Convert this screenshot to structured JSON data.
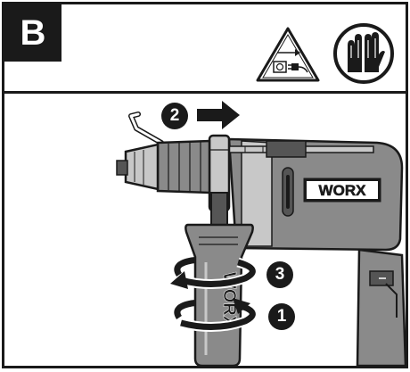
{
  "panel": {
    "letter": "B"
  },
  "steps": {
    "first": "1",
    "second": "2",
    "third": "3"
  },
  "brand": {
    "body_logo": "WORX",
    "handle_logo": "WORX"
  },
  "icons": {
    "warning": "unplug-warning-icon",
    "gloves": "wear-gloves-icon",
    "arrow": "push-arrow-icon",
    "rotate": "rotate-arrows-icon"
  },
  "colors": {
    "ink": "#1a1a1a",
    "paper": "#ffffff",
    "tool_grey": "#8a8a8a",
    "tool_dark": "#555555",
    "tool_light": "#c8c8c8"
  }
}
